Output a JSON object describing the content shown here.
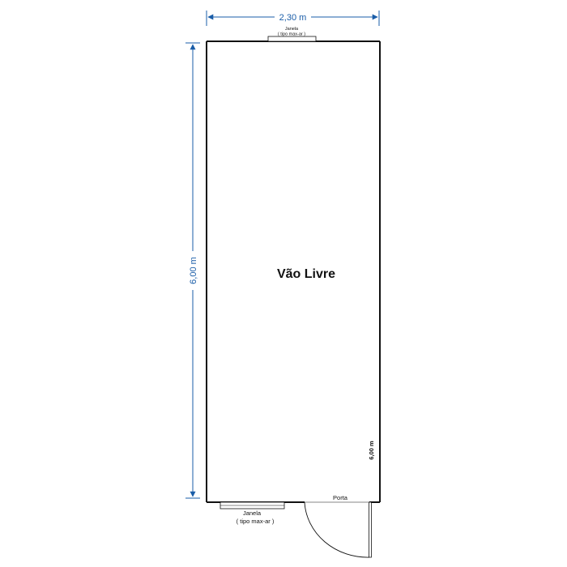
{
  "dimensions": {
    "width_label": "2,30 m",
    "height_label": "6,00 m",
    "door_side_label": "6,00 m"
  },
  "room": {
    "label": "Vão Livre"
  },
  "windows": {
    "top": {
      "line1": "Janela",
      "line2": "( tipo max-ar )"
    },
    "bottom": {
      "line1": "Janela",
      "line2": "( tipo max-ar )"
    }
  },
  "door": {
    "label": "Porta"
  },
  "colors": {
    "dimension": "#1a5da8",
    "wall": "#111111",
    "background": "#ffffff"
  }
}
